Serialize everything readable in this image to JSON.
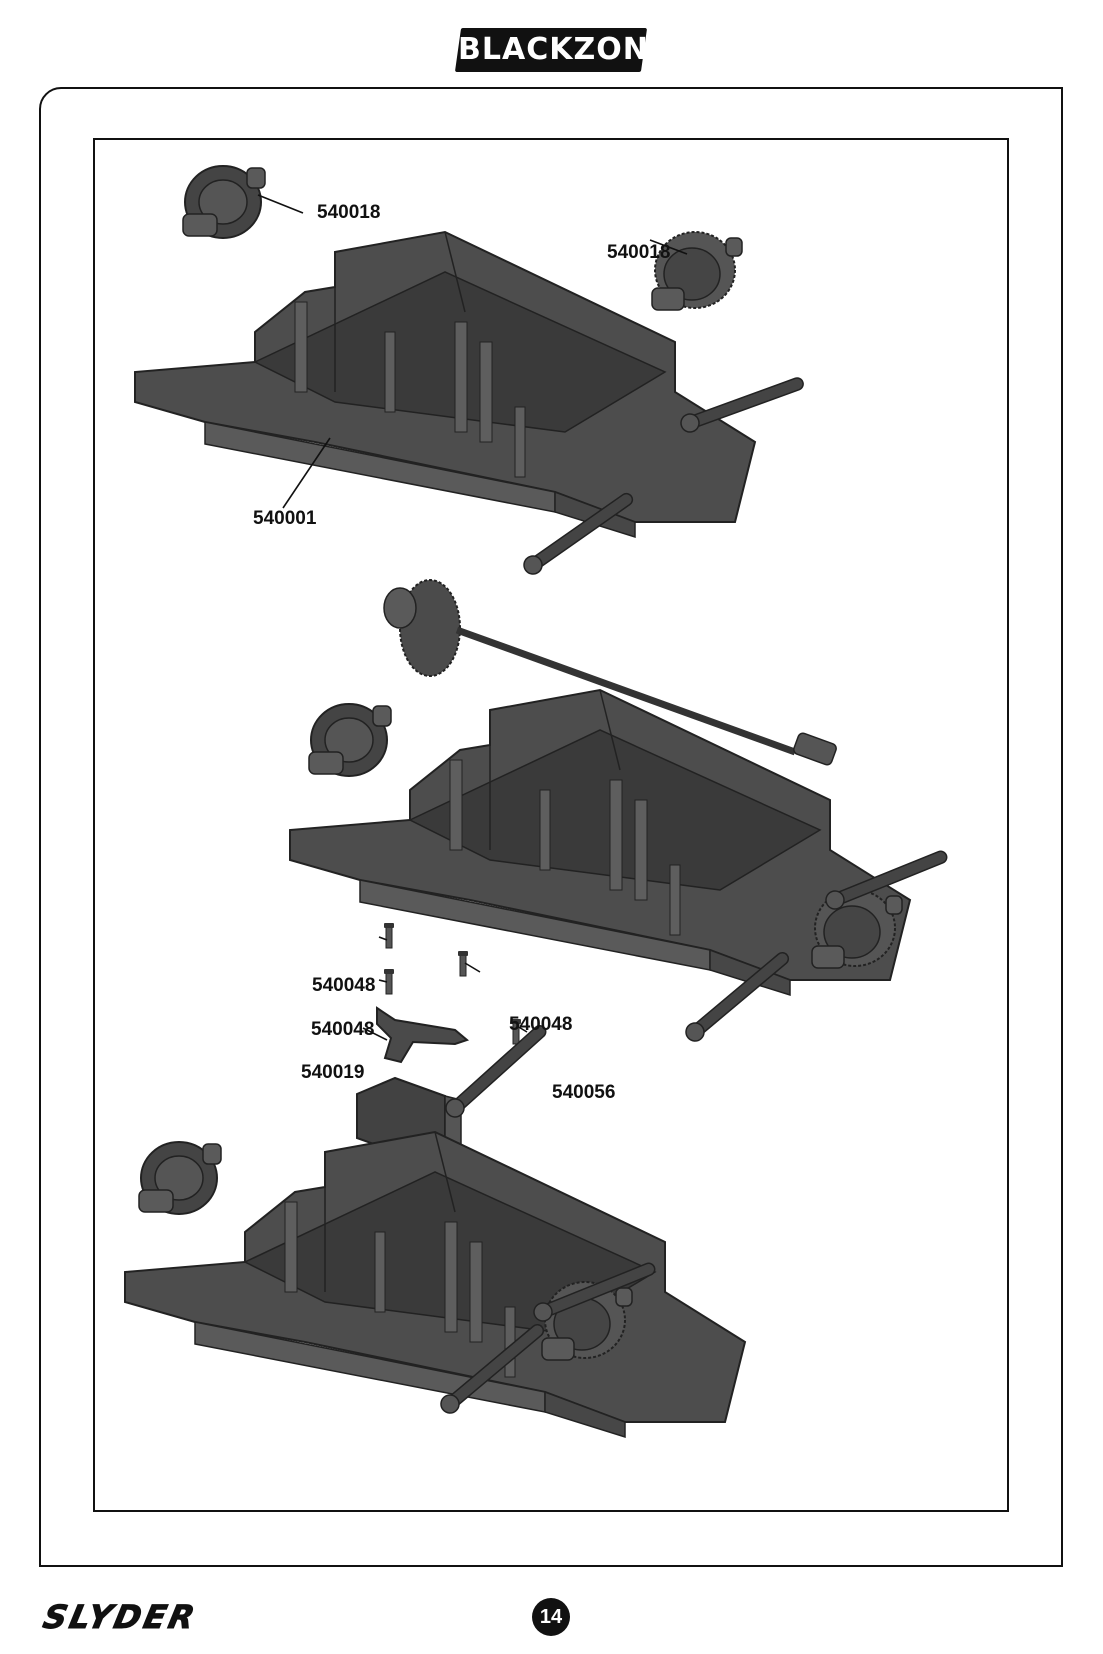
{
  "header": {
    "brand": "BLACKZON"
  },
  "footer": {
    "model_logo": "SLYDER",
    "page_number": "14"
  },
  "part_labels": {
    "top_left_diff": "540018",
    "top_right_diff": "540018",
    "chassis": "540001",
    "screw_a": "540048",
    "screw_b": "540048",
    "screw_c": "540048",
    "servo_saver": "540019",
    "screw_d": "540056"
  },
  "colors": {
    "part_gray": "#4a4a4a",
    "part_dark": "#2e2e2e",
    "part_light": "#6a6a6a",
    "line": "#111111"
  }
}
